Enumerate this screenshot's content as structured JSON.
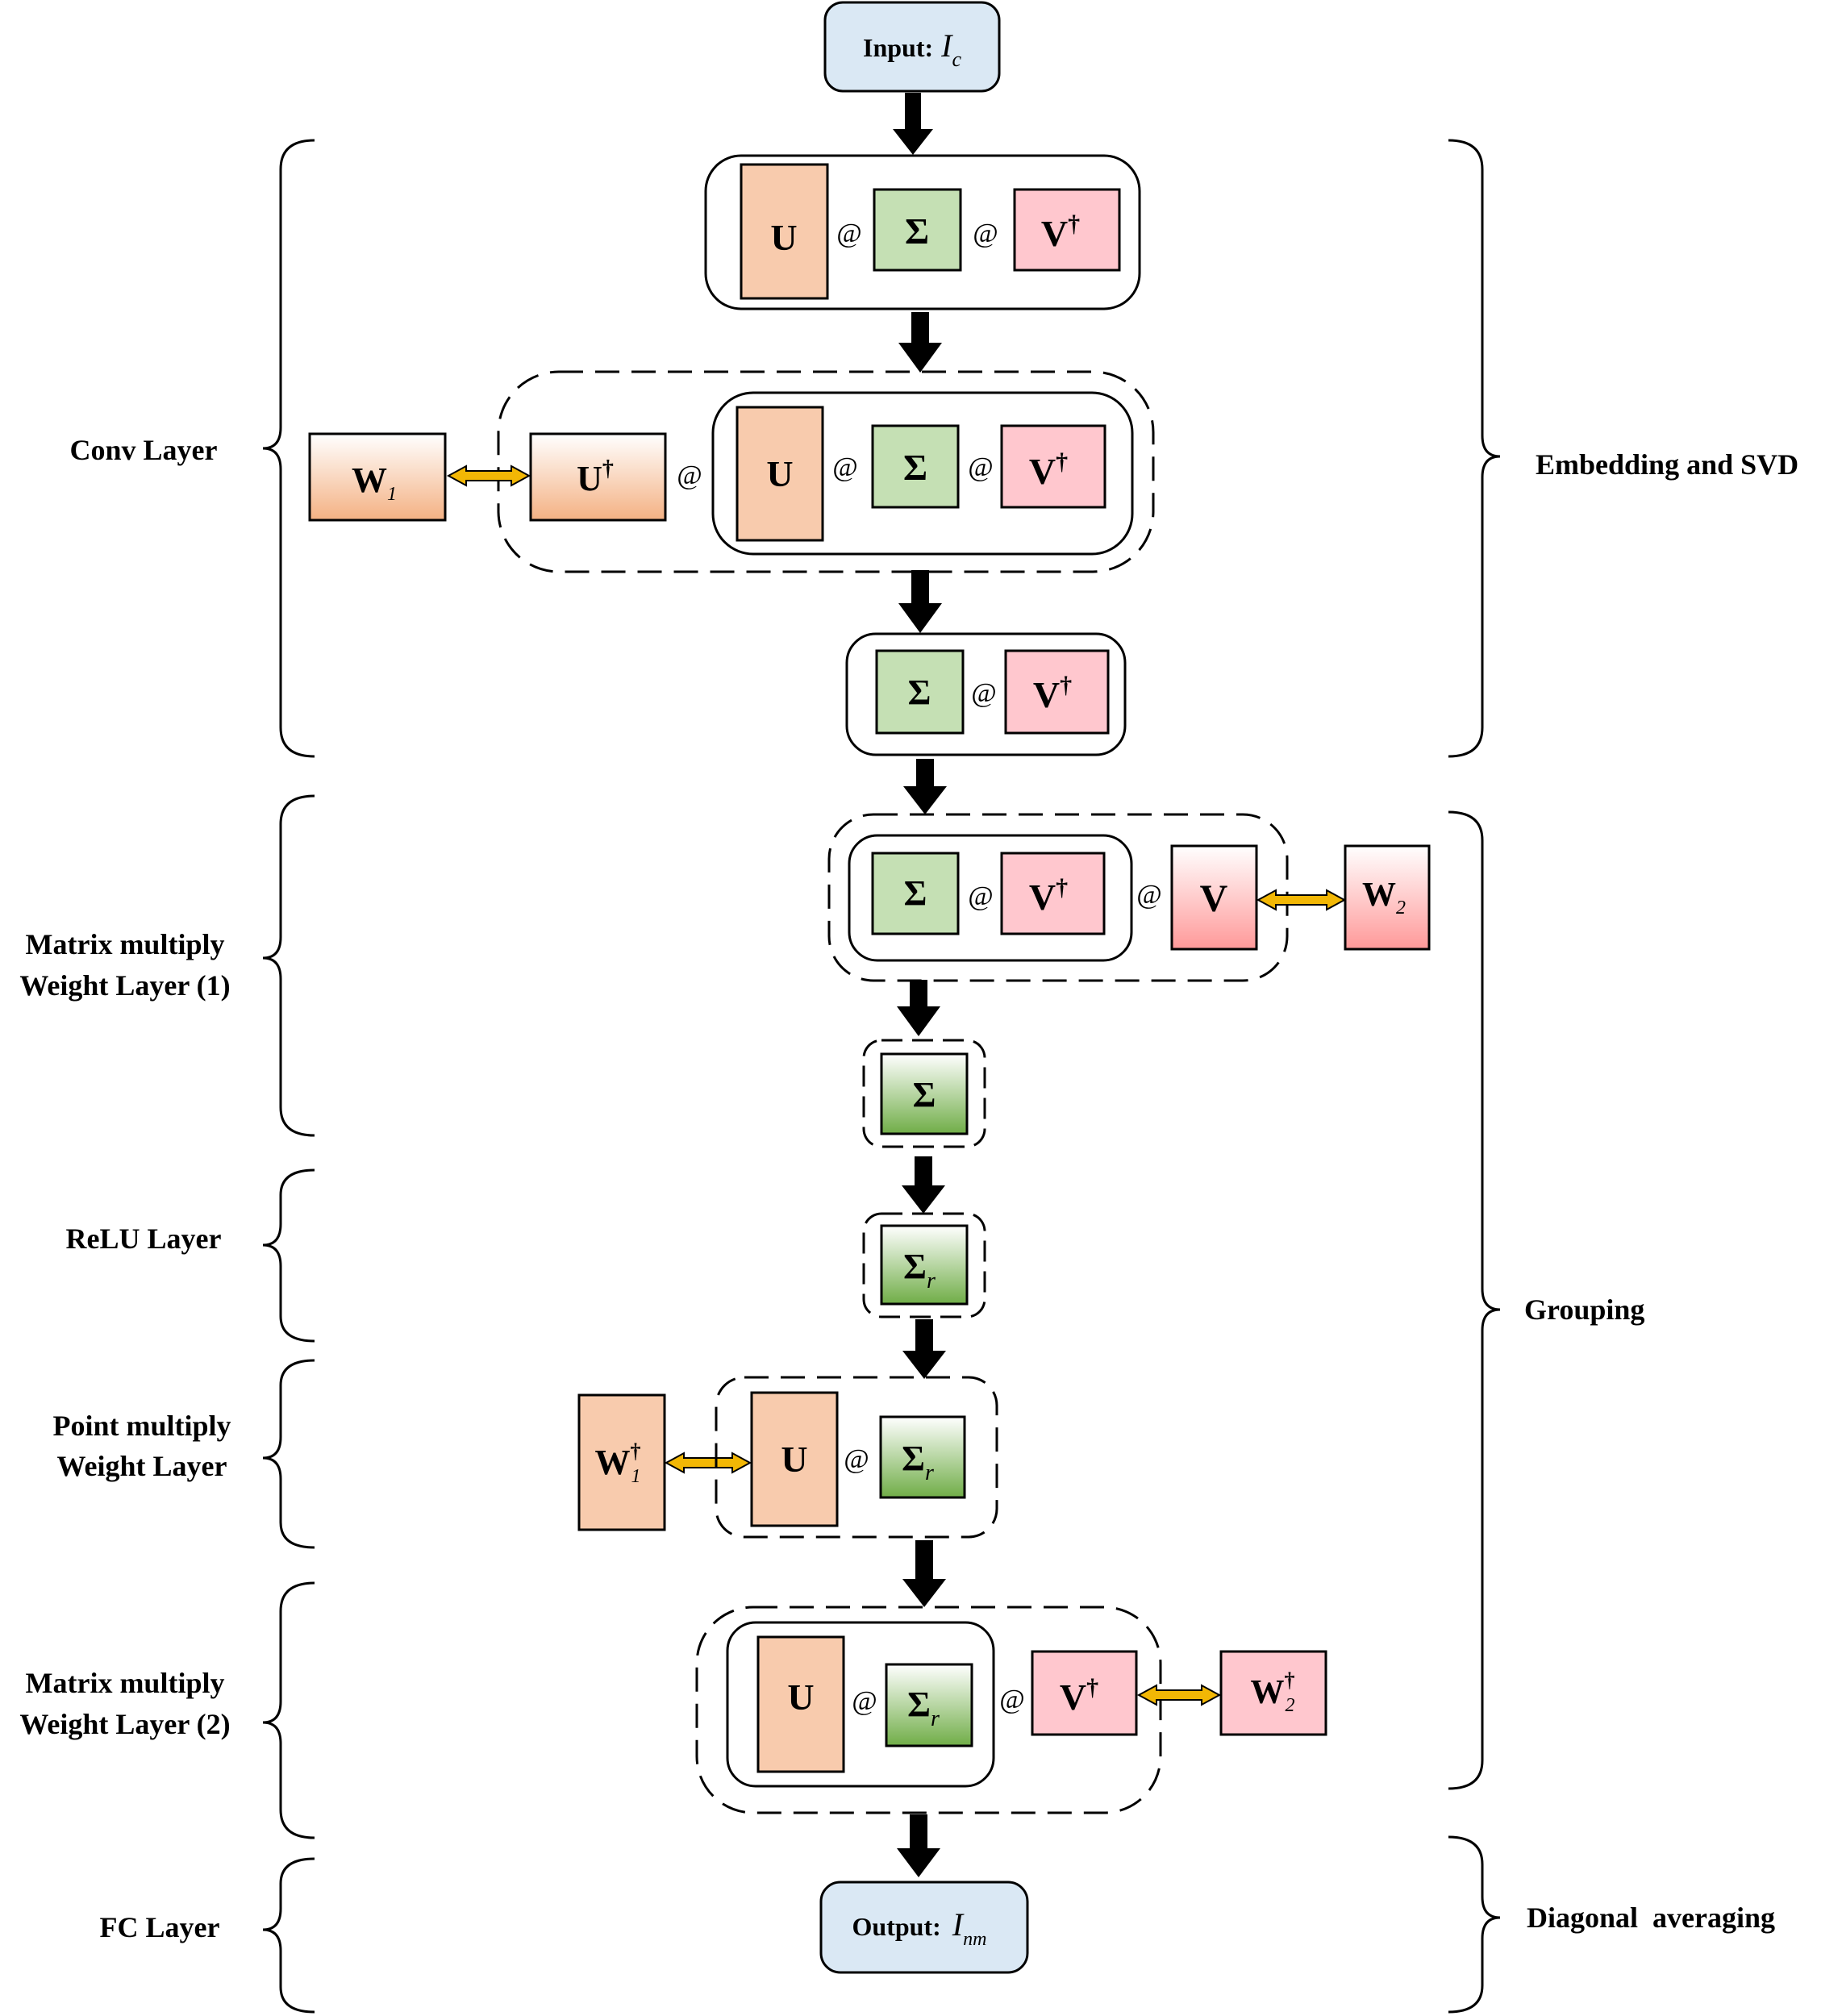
{
  "colors": {
    "u_fill": "#f8cbad",
    "sigma_fill": "#c5e0b4",
    "v_fill": "#ffc7ce",
    "io_fill": "#dae8f4",
    "bidir_arrow": "#f2b705",
    "flow_arrow": "#000000"
  },
  "io": {
    "input_prefix": "Input:",
    "input_var": "I",
    "input_sub": "c",
    "output_prefix": "Output:",
    "output_var": "I",
    "output_sub": "nm"
  },
  "symbols": {
    "U": "U",
    "U_dagger": "U",
    "Sigma": "Σ",
    "Sigma_r": "Σ",
    "r_sub": "r",
    "V": "V",
    "V_dagger": "V",
    "dagger": "†",
    "W": "W",
    "sub_1": "1",
    "sub_2": "2",
    "at": "@"
  },
  "left_labels": {
    "conv": [
      "Conv Layer"
    ],
    "mm1": [
      "Matrix multiply",
      "Weight Layer (1)"
    ],
    "relu": [
      "ReLU Layer"
    ],
    "pm": [
      "Point multiply",
      "Weight Layer"
    ],
    "mm2": [
      "Matrix multiply",
      "Weight Layer (2)"
    ],
    "fc": [
      "FC Layer"
    ]
  },
  "right_labels": {
    "embedding": "Embedding and SVD",
    "grouping": "Grouping",
    "diagonal": "Diagonal  averaging"
  }
}
